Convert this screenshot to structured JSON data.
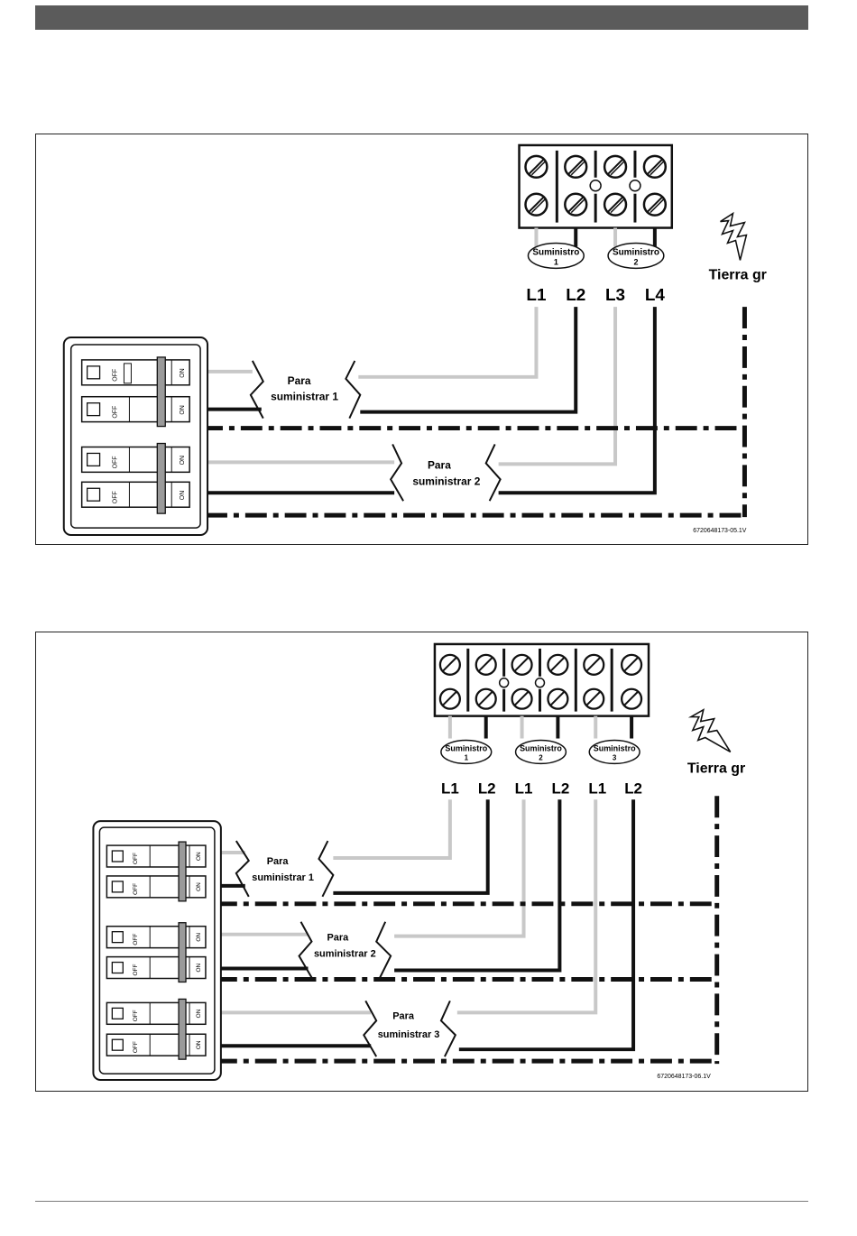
{
  "colors": {
    "dark_wire": "#111111",
    "light_wire": "#c8c8c8",
    "header_bar": "#5b5b5b"
  },
  "figure1": {
    "terminal_count": 4,
    "supplies": [
      {
        "label": "Suministro",
        "num": "1"
      },
      {
        "label": "Suministro",
        "num": "2"
      }
    ],
    "lines": [
      "L1",
      "L2",
      "L3",
      "L4"
    ],
    "ground_label": "Tierra gr",
    "lightning_icon": "lightning-bolt-icon",
    "breakers": [
      {
        "off": "OFF",
        "on": "ON"
      },
      {
        "off": "OFF",
        "on": "ON"
      },
      {
        "off": "OFF",
        "on": "ON"
      },
      {
        "off": "OFF",
        "on": "ON"
      }
    ],
    "feeds": [
      {
        "line1": "Para",
        "line2": "suministrar 1"
      },
      {
        "line1": "Para",
        "line2": "suministrar 2"
      }
    ],
    "code": "6720648173-05.1V"
  },
  "figure2": {
    "terminal_count": 6,
    "supplies": [
      {
        "label": "Suministro",
        "num": "1"
      },
      {
        "label": "Suministro",
        "num": "2"
      },
      {
        "label": "Suministro",
        "num": "3"
      }
    ],
    "lines": [
      "L1",
      "L2",
      "L1",
      "L2",
      "L1",
      "L2"
    ],
    "ground_label": "Tierra gr",
    "lightning_icon": "lightning-bolt-icon",
    "breakers": [
      {
        "off": "OFF",
        "on": "ON"
      },
      {
        "off": "OFF",
        "on": "ON"
      },
      {
        "off": "OFF",
        "on": "ON"
      },
      {
        "off": "OFF",
        "on": "ON"
      },
      {
        "off": "OFF",
        "on": "ON"
      },
      {
        "off": "OFF",
        "on": "ON"
      }
    ],
    "feeds": [
      {
        "line1": "Para",
        "line2": "suministrar 1"
      },
      {
        "line1": "Para",
        "line2": "suministrar 2"
      },
      {
        "line1": "Para",
        "line2": "suministrar 3"
      }
    ],
    "code": "6720648173-06.1V"
  }
}
